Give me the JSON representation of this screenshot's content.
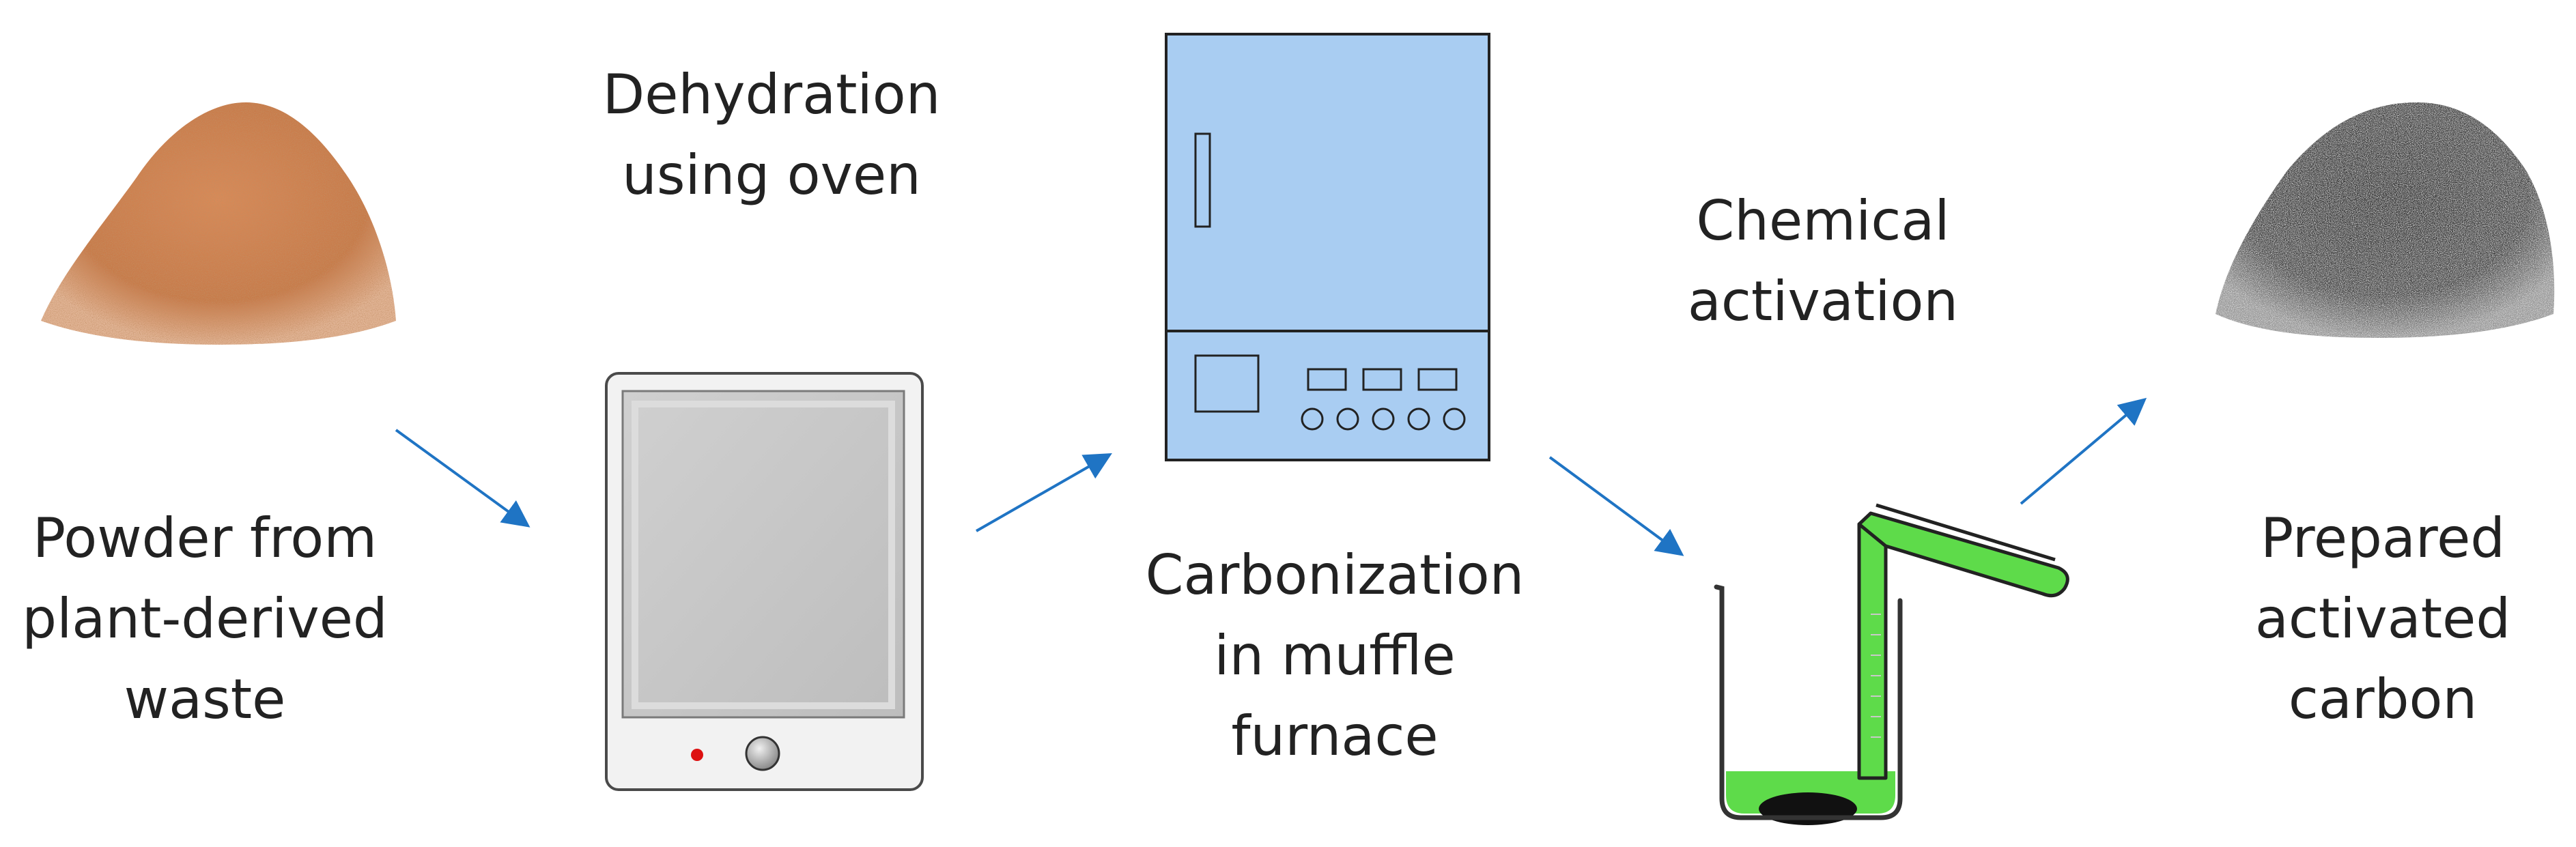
{
  "labels": {
    "powder": [
      "Powder from",
      "plant-derived",
      "waste"
    ],
    "dehydration": [
      "Dehydration",
      "using oven"
    ],
    "carbonization": [
      "Carbonization",
      "in muffle",
      "furnace"
    ],
    "chemical": [
      "Chemical",
      "activation"
    ],
    "prepared": [
      "Prepared",
      "activated",
      "carbon"
    ]
  },
  "icons": {
    "raw_powder": "powder-pile-icon",
    "oven": "drying-oven-icon",
    "furnace": "muffle-furnace-icon",
    "beaker": "beaker-with-tube-icon",
    "carbon": "carbon-pile-icon",
    "arrow": "arrow-icon"
  },
  "colors": {
    "arrow": "#1f74c4",
    "raw_powder": "#c77a4a",
    "carbon_powder": "#4a4a4a",
    "furnace_body": "#a9cdf2",
    "oven_body": "#f2f2f2",
    "oven_window": "#c8c8c8",
    "liquid": "#5edb4a",
    "indicator": "#dd1111"
  }
}
